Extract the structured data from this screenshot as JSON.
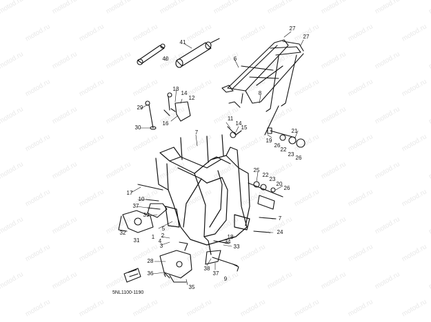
{
  "watermark": {
    "text": "motod.ru",
    "color": "#e9e9e9"
  },
  "diagram_code": "5NL1100-1190",
  "callouts": [
    {
      "id": "c27a",
      "text": "27"
    },
    {
      "id": "c27b",
      "text": "27"
    },
    {
      "id": "c6",
      "text": "6"
    },
    {
      "id": "c41",
      "text": "41"
    },
    {
      "id": "c40",
      "text": "40"
    },
    {
      "id": "c8",
      "text": "8"
    },
    {
      "id": "c13",
      "text": "13"
    },
    {
      "id": "c14a",
      "text": "14"
    },
    {
      "id": "c12",
      "text": "12"
    },
    {
      "id": "c29",
      "text": "29"
    },
    {
      "id": "c16",
      "text": "16"
    },
    {
      "id": "c30",
      "text": "30"
    },
    {
      "id": "c11",
      "text": "11"
    },
    {
      "id": "c14b",
      "text": "14"
    },
    {
      "id": "c15",
      "text": "15"
    },
    {
      "id": "c7a",
      "text": "7"
    },
    {
      "id": "c21",
      "text": "21"
    },
    {
      "id": "c19",
      "text": "19"
    },
    {
      "id": "c26a",
      "text": "26"
    },
    {
      "id": "c22a",
      "text": "22"
    },
    {
      "id": "c23a",
      "text": "23"
    },
    {
      "id": "c26b",
      "text": "26"
    },
    {
      "id": "c25",
      "text": "25"
    },
    {
      "id": "c22b",
      "text": "22"
    },
    {
      "id": "c23b",
      "text": "23"
    },
    {
      "id": "c20",
      "text": "20"
    },
    {
      "id": "c26c",
      "text": "26"
    },
    {
      "id": "c17",
      "text": "17"
    },
    {
      "id": "c10",
      "text": "10"
    },
    {
      "id": "c37a",
      "text": "37"
    },
    {
      "id": "c39",
      "text": "39"
    },
    {
      "id": "c7b",
      "text": "7"
    },
    {
      "id": "c32",
      "text": "32"
    },
    {
      "id": "c31",
      "text": "31"
    },
    {
      "id": "c1",
      "text": "1"
    },
    {
      "id": "c5",
      "text": "5"
    },
    {
      "id": "c4",
      "text": "4"
    },
    {
      "id": "c2",
      "text": "2"
    },
    {
      "id": "c3",
      "text": "3"
    },
    {
      "id": "c24",
      "text": "24"
    },
    {
      "id": "c18",
      "text": "18"
    },
    {
      "id": "c34",
      "text": "34"
    },
    {
      "id": "c33",
      "text": "33"
    },
    {
      "id": "c28",
      "text": "28"
    },
    {
      "id": "c38",
      "text": "38"
    },
    {
      "id": "c37b",
      "text": "37"
    },
    {
      "id": "c9",
      "text": "9"
    },
    {
      "id": "c36",
      "text": "36"
    },
    {
      "id": "c35",
      "text": "35"
    }
  ]
}
